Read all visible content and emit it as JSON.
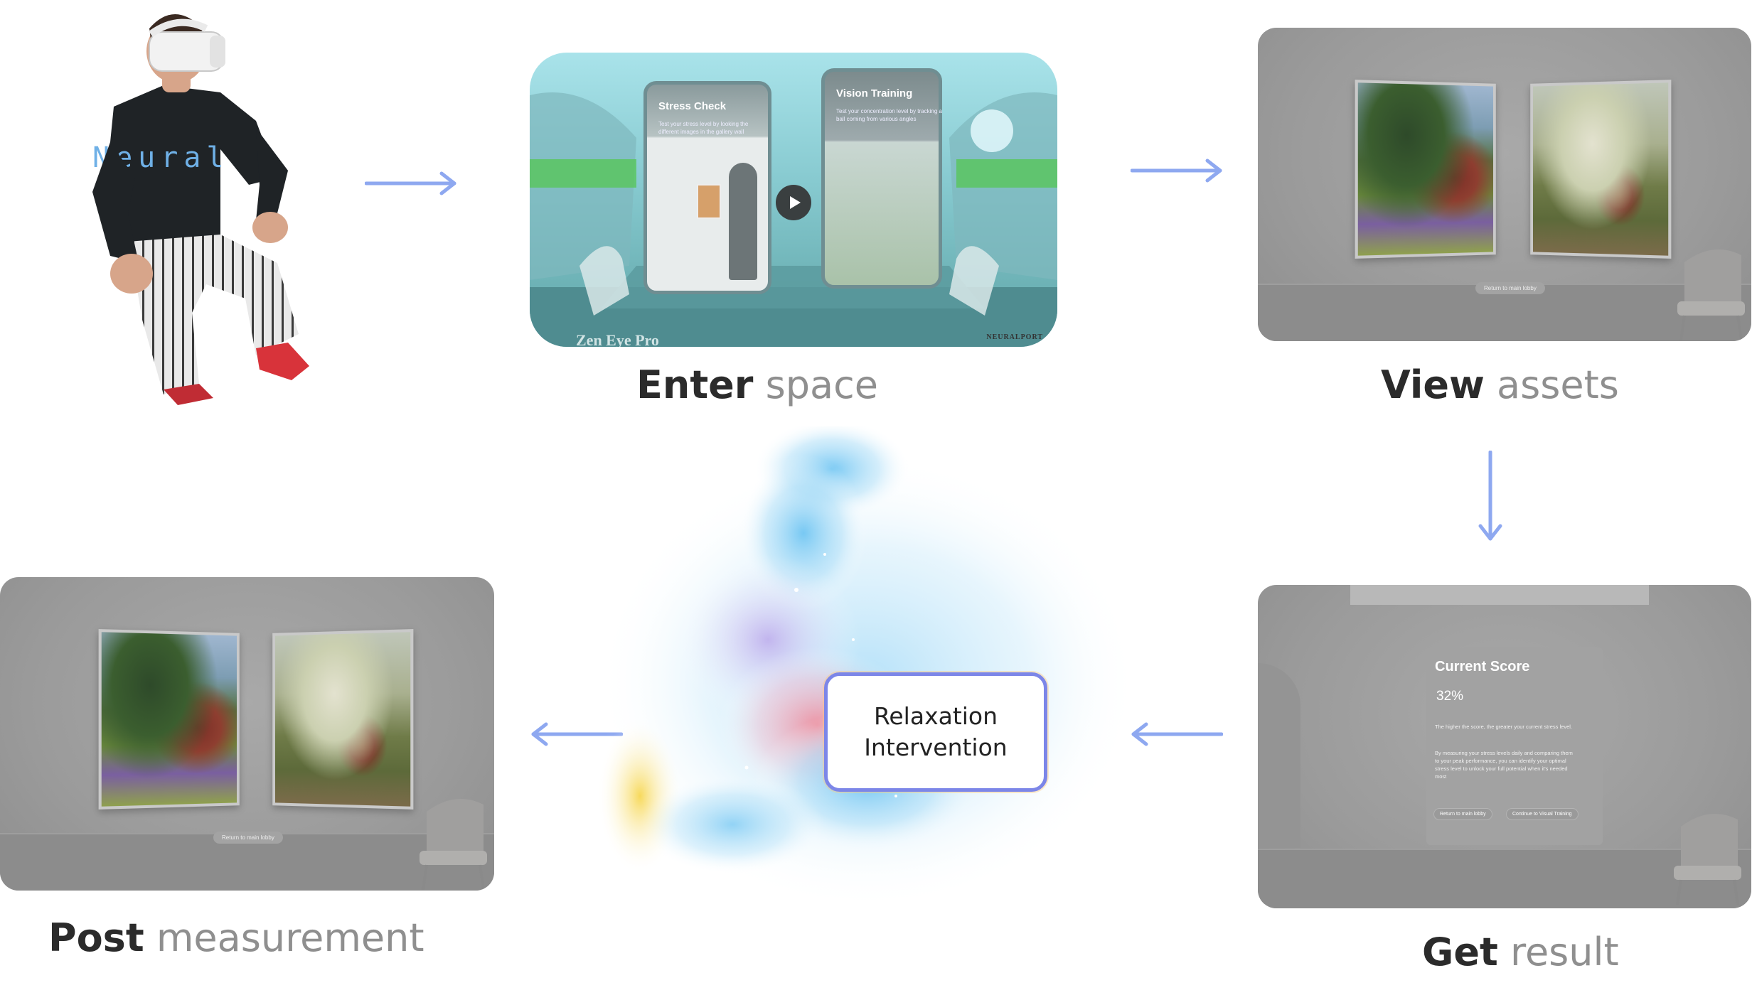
{
  "colors": {
    "arrow": "#8ea8f0",
    "caption_strong": "#2b2b2b",
    "caption_light": "#8f8f8f",
    "box_border": "#7c86e8"
  },
  "vr_scene": {
    "panel_left_title": "Stress Check",
    "panel_left_text": "Test your stress level by looking the different images in the gallery wall",
    "panel_right_title": "Vision Training",
    "panel_right_text": "Test your concentration level by tracking a ball coming from various angles",
    "brand_text": "Zen Eye Pro",
    "brand_logo": "NEURALPORT",
    "play_icon": "play-icon"
  },
  "person": {
    "shirt_text": "Neural"
  },
  "gallery": {
    "return_label": "Return to main lobby"
  },
  "result": {
    "title": "Current Score",
    "score": "32%",
    "text1": "The higher the score, the greater your current stress level.",
    "text2": "By measuring your stress levels daily and comparing them to your peak performance, you can identify your optimal stress level to unlock your full potential when it's needed most",
    "btn_return": "Return to main lobby",
    "btn_continue": "Continue to Visual Training"
  },
  "steps": {
    "enter": {
      "strong": "Enter",
      "light": "space"
    },
    "view": {
      "strong": "View",
      "light": "assets"
    },
    "result": {
      "strong": "Get",
      "light": "result"
    },
    "post": {
      "strong": "Post",
      "light": "measurement"
    }
  },
  "center": {
    "label_line1": "Relaxation",
    "label_line2": "Intervention"
  }
}
